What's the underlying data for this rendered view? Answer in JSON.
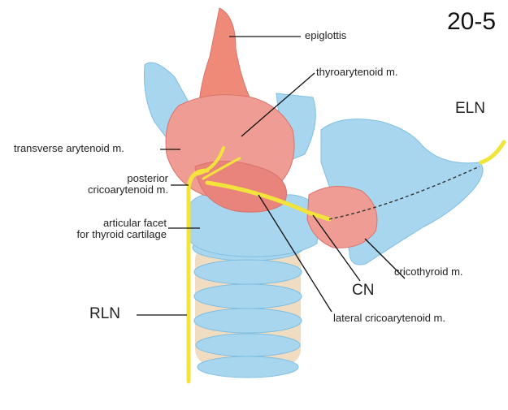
{
  "figure_number": "20-5",
  "labels": {
    "epiglottis": "epiglottis",
    "thyroarytenoid": "thyroarytenoid m.",
    "eln": "ELN",
    "transverse_arytenoid": "transverse arytenoid m.",
    "posterior_cricoarytenoid_1": "posterior",
    "posterior_cricoarytenoid_2": "cricoarytenoid m.",
    "articular_facet_1": "articular facet",
    "articular_facet_2": "for thyroid cartilage",
    "cricothyroid": "cricothyroid m.",
    "cn": "CN",
    "rln": "RLN",
    "lateral_cricoarytenoid": "lateral cricoarytenoid m."
  },
  "colors": {
    "cartilage": "#a9d6ef",
    "cartilage_dark": "#7fbfe2",
    "muscle": "#ef9c94",
    "muscle_dark": "#d9736c",
    "epiglottis": "#f08a78",
    "nerve": "#f2e43a",
    "ring_band": "#f0dcc0"
  }
}
